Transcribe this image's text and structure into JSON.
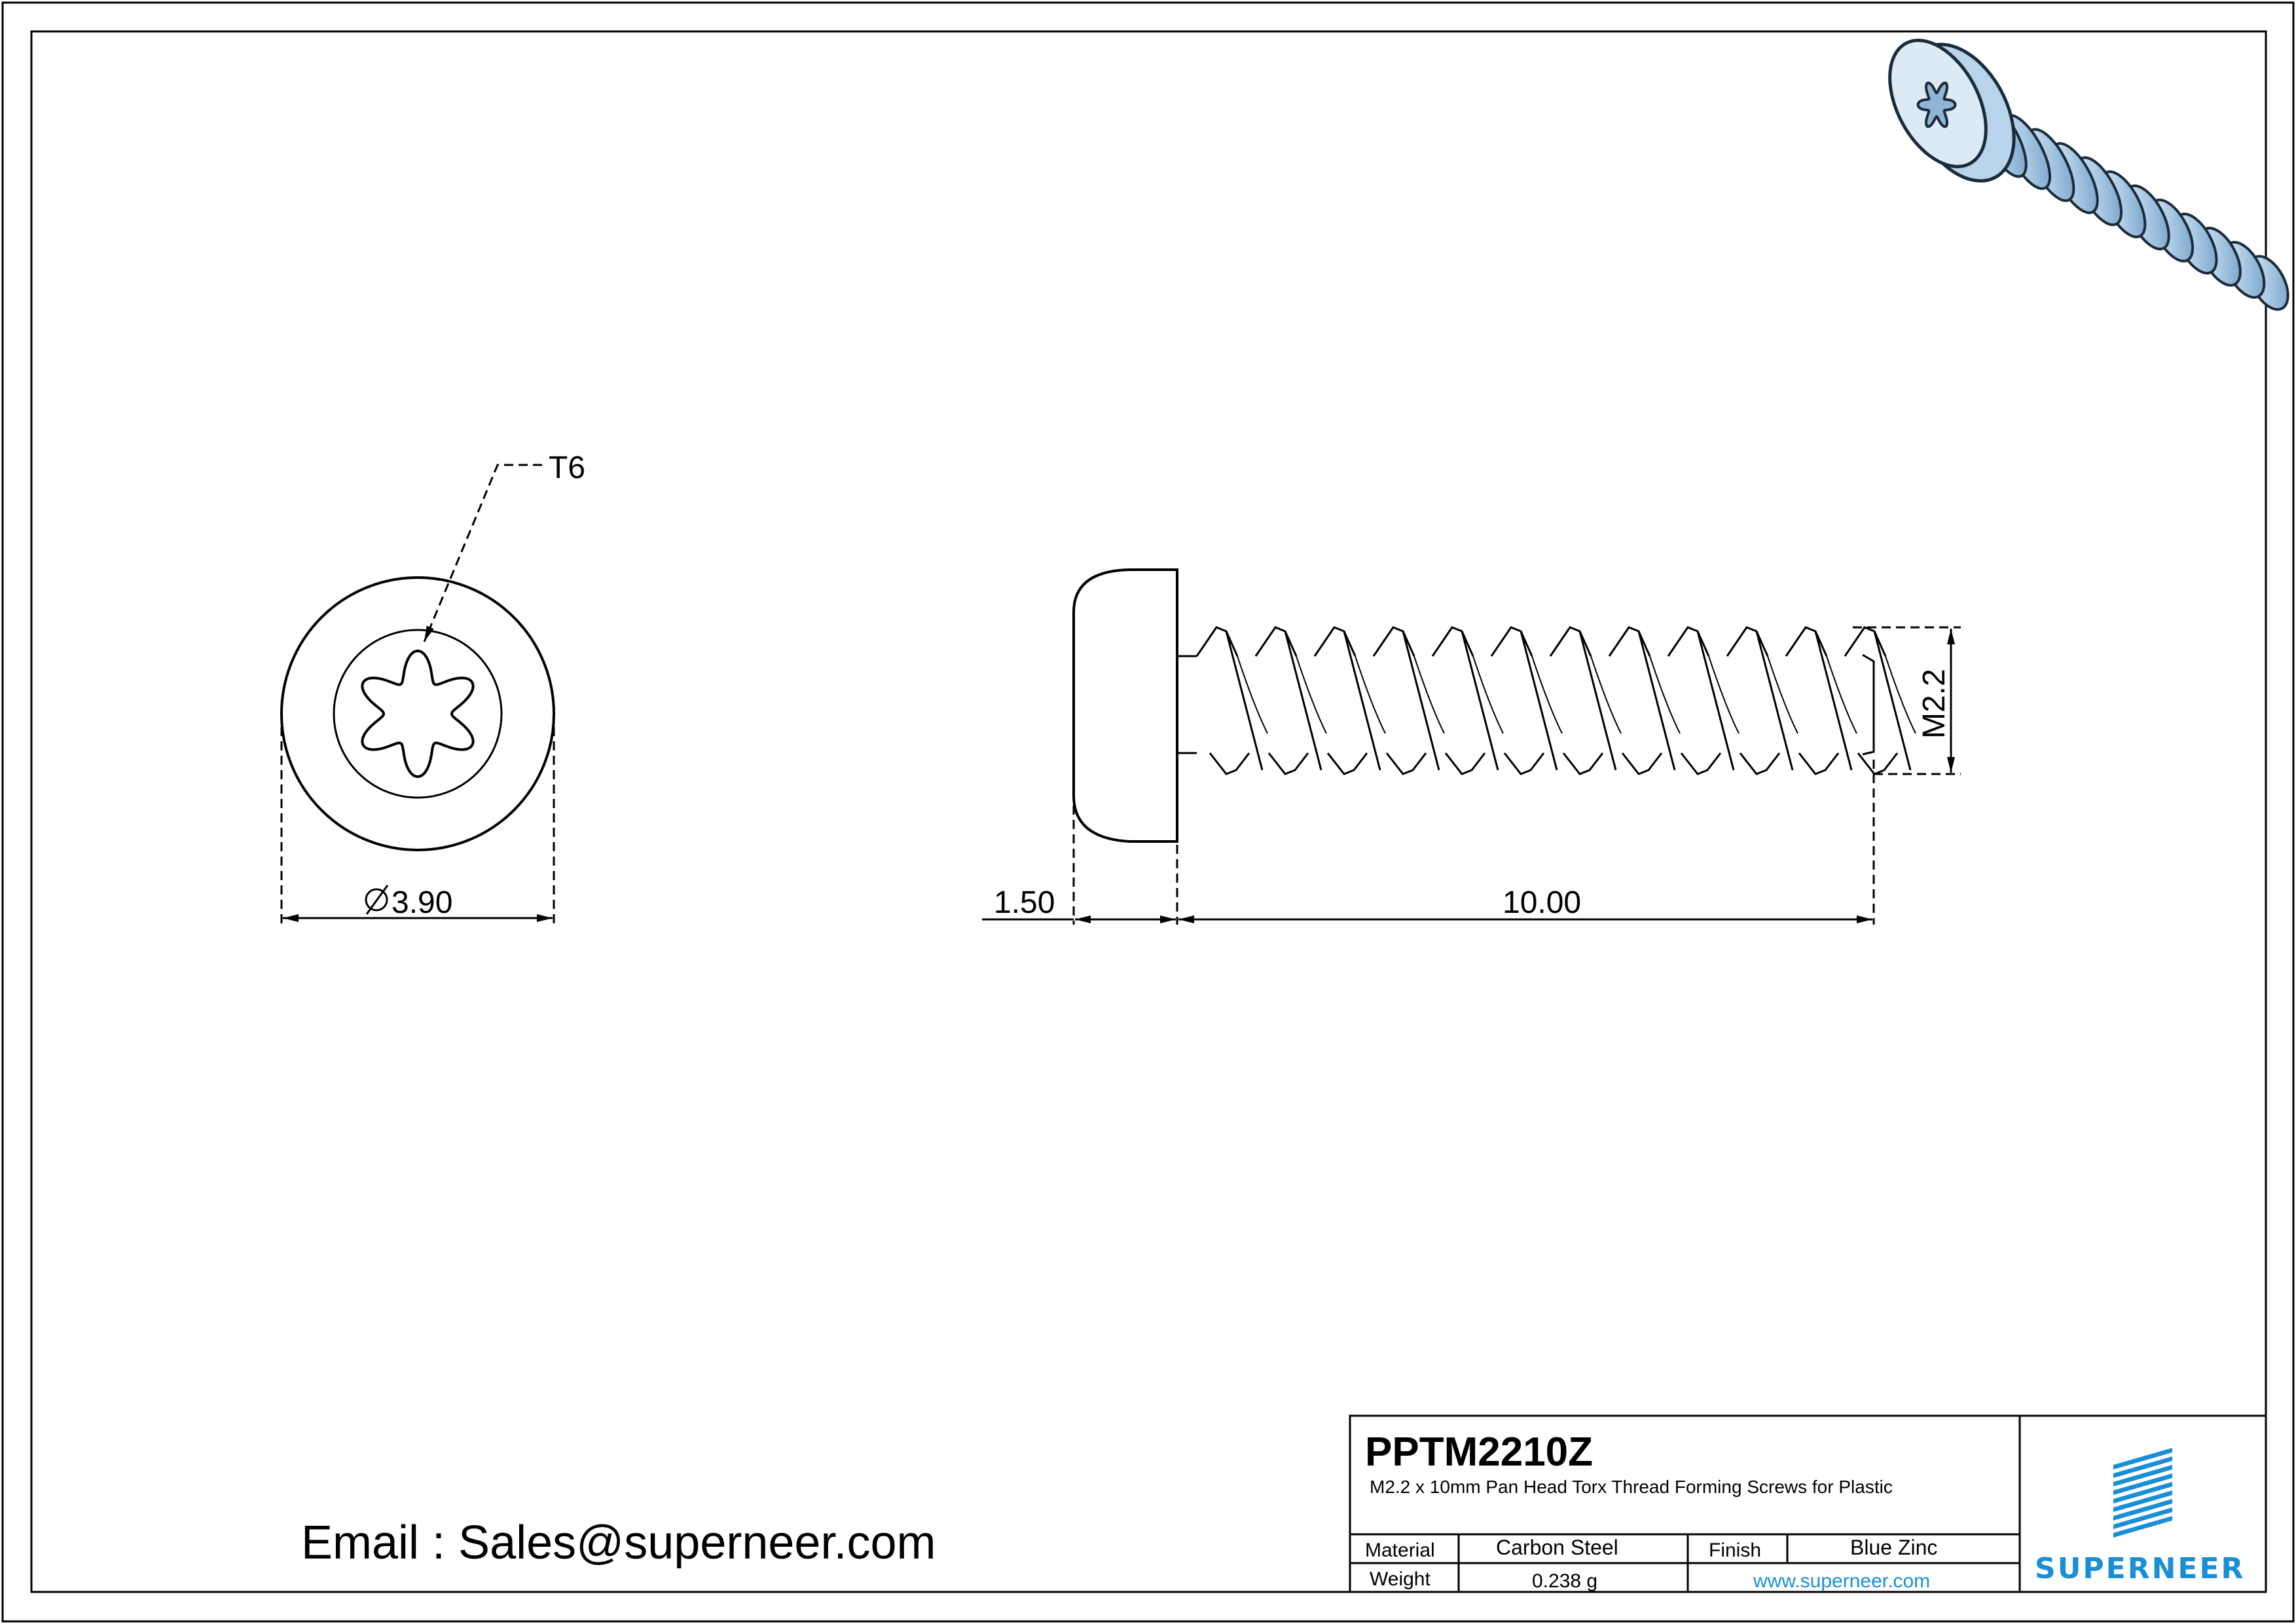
{
  "part_number": "PPTM2210Z",
  "description": "M2.2 x 10mm Pan Head Torx Thread Forming Screws for Plastic",
  "email": "Email : Sales@superneer.com",
  "website": "www.superneer.com",
  "brand": "SUPERNEER",
  "specs": {
    "material_label": "Material",
    "material_value": "Carbon Steel",
    "finish_label": "Finish",
    "finish_value": "Blue Zinc",
    "weight_label": "Weight",
    "weight_value": "0.238 g"
  },
  "dimensions": {
    "drive": "T6",
    "head_diameter": "3.90",
    "head_height": "1.50",
    "length": "10.00",
    "thread": "M2.2"
  },
  "colors": {
    "line": "#000000",
    "accent": "#1a8fd6",
    "screw_blue": "#b8d4ea"
  }
}
